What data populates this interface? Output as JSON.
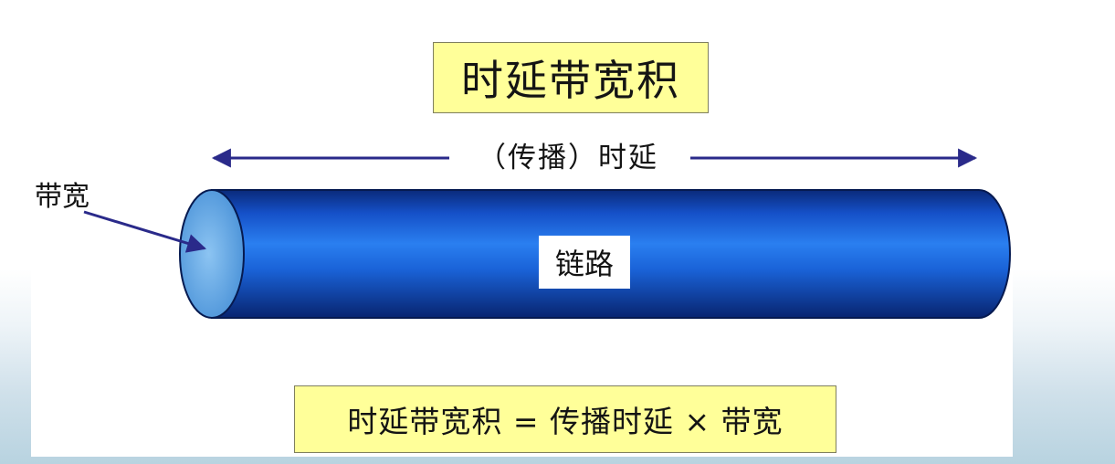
{
  "title": "时延带宽积",
  "delay_label": "（传播）时延",
  "bandwidth_label": "带宽",
  "link_label": "链路",
  "formula": "时延带宽积 = 传播时延 × 带宽",
  "colors": {
    "pipe_dark": "#0a2a7a",
    "pipe_mid": "#1565e0",
    "pipe_light": "#3b8ef0",
    "pipe_end": "#5aa6e8",
    "arrow": "#2a2a8a",
    "box_fill": "#ffff99"
  }
}
